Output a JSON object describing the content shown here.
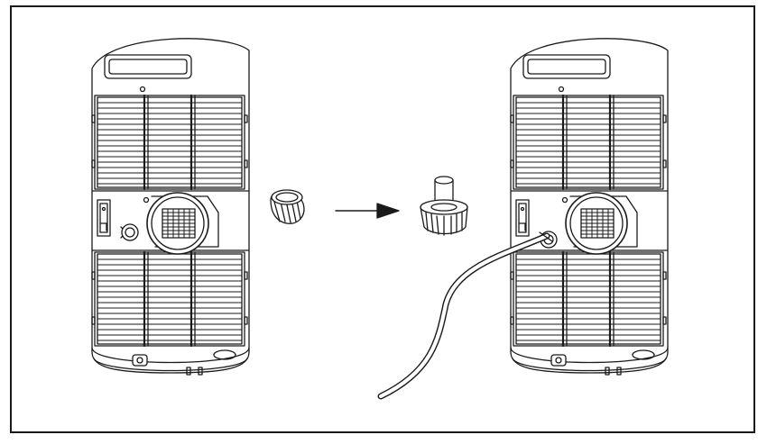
{
  "figure": {
    "panels": [
      {
        "id": "before",
        "shows": "unit-with-drain-cap"
      },
      {
        "id": "after",
        "shows": "unit-with-drain-hose"
      }
    ],
    "step_arrow": "right-arrow",
    "parts": [
      "drain-cap",
      "hose-connector"
    ]
  },
  "colors": {
    "line": "#1a1a1a",
    "background": "#ffffff",
    "frame": "#1a1a1a"
  }
}
